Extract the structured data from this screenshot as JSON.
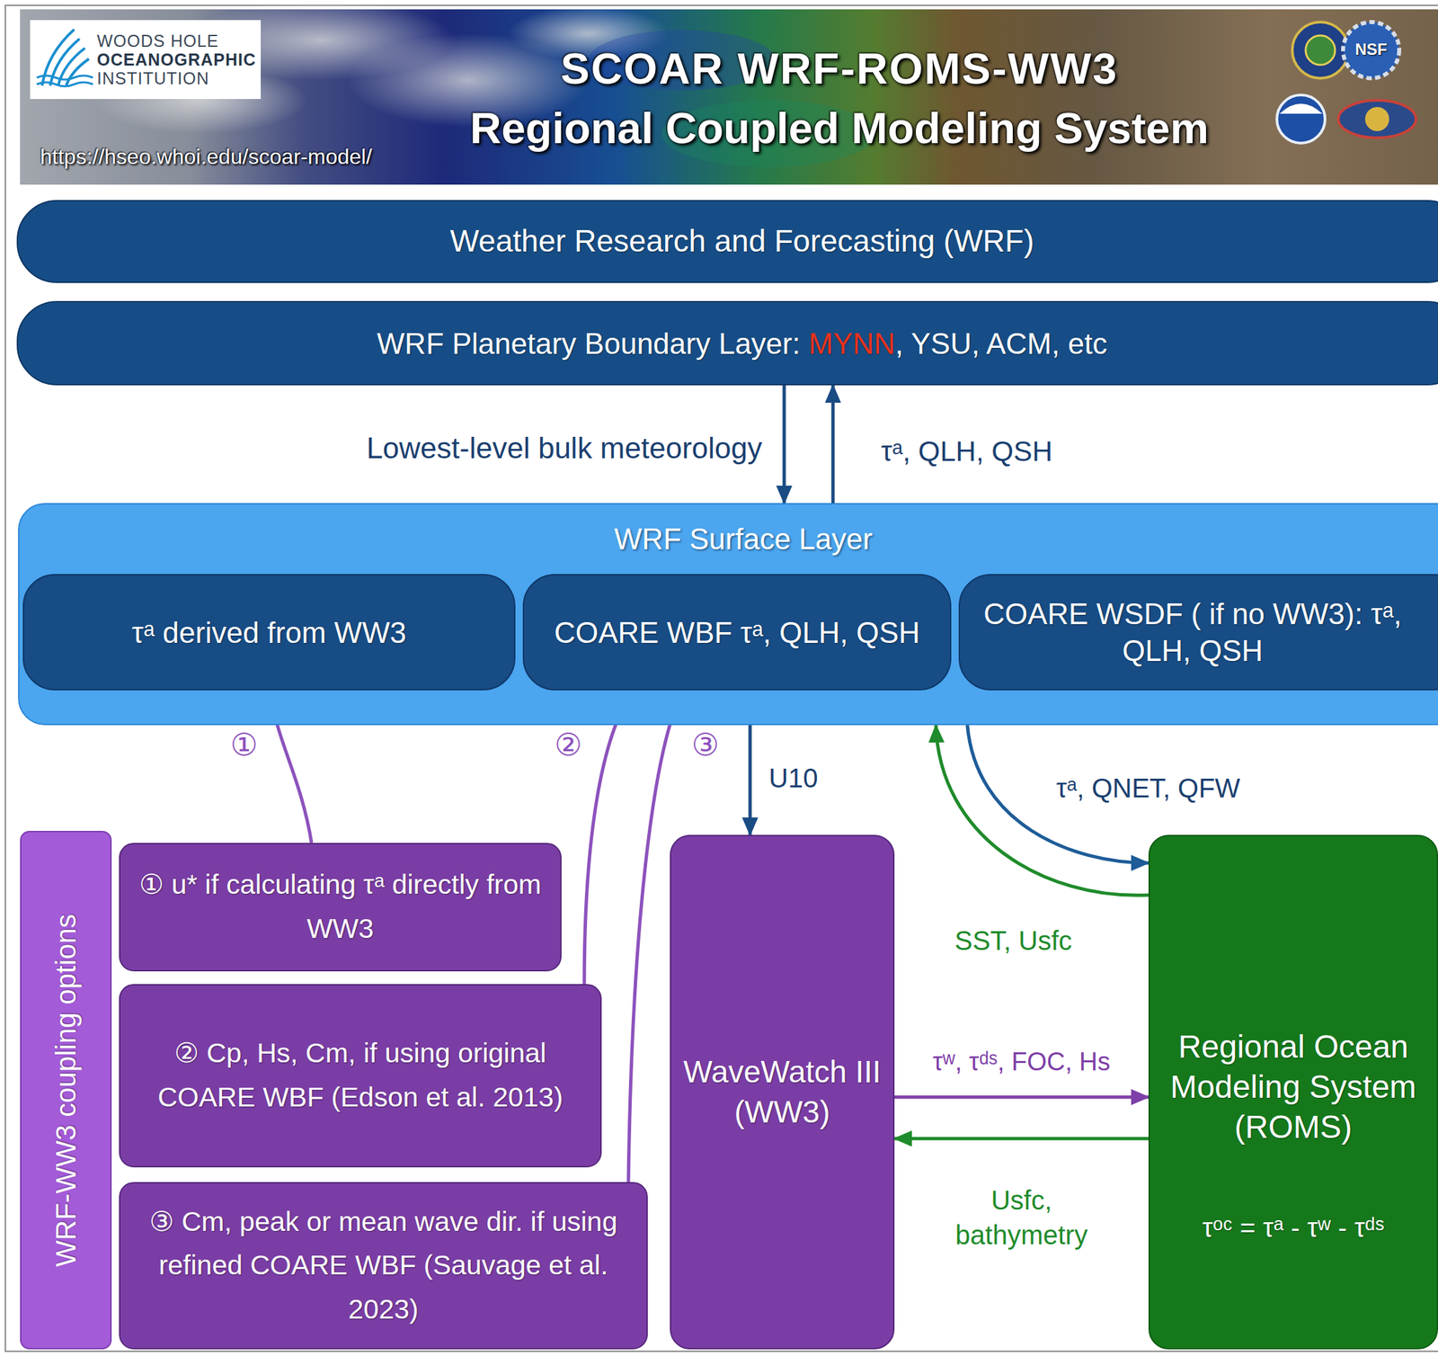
{
  "diagram": {
    "title": "SCOAR WRF-ROMS-WW3 Regional Coupled Modeling System",
    "nodes": [
      {
        "text": [
          "WOODS HOLE",
          "OCEANOGRAPHIC",
          "INSTITUTION"
        ]
      },
      {
        "text": [
          "Weather Research and Forecasting (WRF)"
        ]
      },
      {
        "text": [
          "WRF Planetary Boundary Layer:",
          "MYNN",
          ", YSU, ACM, etc"
        ]
      },
      {
        "text": [
          "WRF Surface Layer"
        ]
      },
      {
        "text": [
          "τᵃ derived from WW3"
        ],
        "in": 3
      },
      {
        "text": [
          "COARE WBF τᵃ, QLH, QSH"
        ],
        "in": 3
      },
      {
        "text": [
          "COARE WSDF ( if no WW3): τᵃ, QLH, QSH"
        ],
        "in": 3
      },
      {
        "text": [
          "WRF-WW3 coupling options"
        ]
      },
      {
        "text": [
          "① u* if calculating τᵃ directly from WW3"
        ]
      },
      {
        "text": [
          "② Cp, Hs, Cm, if using original COARE WBF (Edson et al. 2013)"
        ]
      },
      {
        "text": [
          "③ Cm, peak or mean wave dir. if using refined COARE WBF (Sauvage et al. 2023)"
        ]
      },
      {
        "text": [
          "WaveWatch III (WW3)"
        ]
      },
      {
        "text": [
          "Regional Ocean Modeling System (ROMS)",
          "τᵒᶜ = τᵃ - τʷ - τᵈˢ"
        ]
      }
    ],
    "edges": [
      {
        "from": 2,
        "to": 3,
        "arrow": "to",
        "label": "Lowest-level bulk meteorology"
      },
      {
        "from": 3,
        "to": 2,
        "arrow": "to",
        "label": "τᵃ, QLH, QSH"
      },
      {
        "from": 8,
        "to": 4,
        "arrow": "to",
        "label": "①"
      },
      {
        "from": 9,
        "to": 5,
        "arrow": "to",
        "label": "②"
      },
      {
        "from": 10,
        "to": 5,
        "arrow": "to",
        "label": "③"
      },
      {
        "from": 3,
        "to": 11,
        "arrow": "to",
        "label": "U10"
      },
      {
        "from": 3,
        "to": 12,
        "arrow": "to",
        "label": "τᵃ, QNET, QFW"
      },
      {
        "from": 12,
        "to": 3,
        "arrow": "to",
        "label": "SST, Usfc"
      },
      {
        "from": 11,
        "to": 12,
        "arrow": "to",
        "label": "τʷ, τᵈˢ, FOC, Hs"
      },
      {
        "from": 12,
        "to": 11,
        "arrow": "to",
        "label": "Usfc, bathymetry"
      }
    ],
    "labels": [
      "https://hseo.whoi.edu/scoar-model/",
      "NSF"
    ]
  }
}
